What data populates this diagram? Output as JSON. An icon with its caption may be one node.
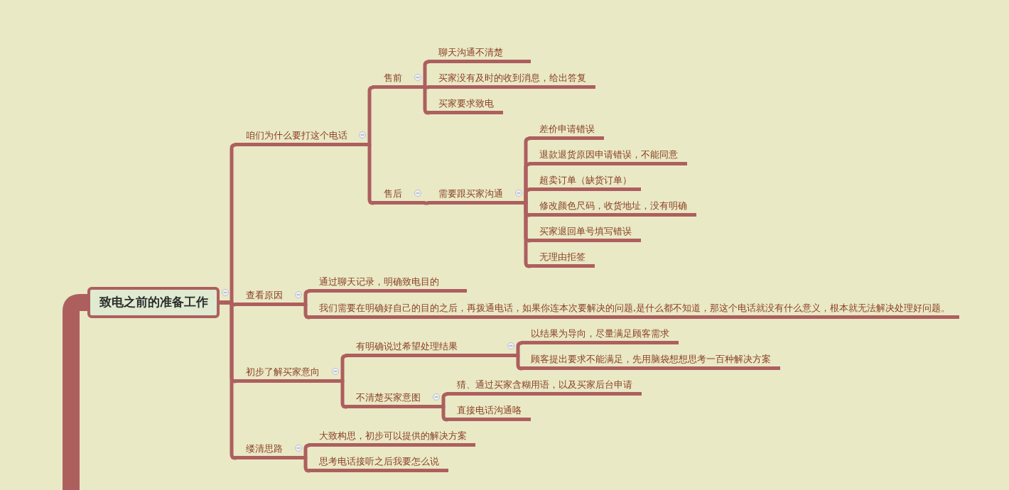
{
  "diagram": {
    "nodes": [
      {
        "text": [
          "致电之前的准备工作"
        ]
      },
      {
        "text": [
          "咱们为什么要打这个电话"
        ]
      },
      {
        "text": [
          "售前"
        ]
      },
      {
        "text": [
          "聊天沟通不清楚"
        ]
      },
      {
        "text": [
          "买家没有及时的收到消息，给出答复"
        ]
      },
      {
        "text": [
          "买家要求致电"
        ]
      },
      {
        "text": [
          "售后"
        ]
      },
      {
        "text": [
          "需要跟买家沟通"
        ]
      },
      {
        "text": [
          "差价申请错误"
        ]
      },
      {
        "text": [
          "退款退货原因申请错误，不能同意"
        ]
      },
      {
        "text": [
          "超卖订单（缺货订单）"
        ]
      },
      {
        "text": [
          "修改颜色尺码，收货地址，没有明确"
        ]
      },
      {
        "text": [
          "买家退回单号填写错误"
        ]
      },
      {
        "text": [
          "无理由拒签"
        ]
      },
      {
        "text": [
          "查看原因"
        ]
      },
      {
        "text": [
          "通过聊天记录，明确致电目的"
        ]
      },
      {
        "text": [
          "我们需要在明确好自己的目的之后，再拨通电话，如果你连本次要解决的问题,是什么都不知道，那这个电话就没有什么意义，根本就无法解决处理好问题。"
        ]
      },
      {
        "text": [
          "初步了解买家意向"
        ]
      },
      {
        "text": [
          "有明确说过希望处理结果"
        ]
      },
      {
        "text": [
          "以结果为导向，尽量满足顾客需求"
        ]
      },
      {
        "text": [
          "顾客提出要求不能满足，先用脑袋想想思考一百种解决方案"
        ]
      },
      {
        "text": [
          "不清楚买家意图"
        ]
      },
      {
        "text": [
          "猜、通过买家含糊用语，以及买家后台申请"
        ]
      },
      {
        "text": [
          "直接电话沟通咯"
        ]
      },
      {
        "text": [
          "缕清思路"
        ]
      },
      {
        "text": [
          "大致构思，初步可以提供的解决方案"
        ]
      },
      {
        "text": [
          "思考电话接听之后我要怎么说"
        ]
      }
    ],
    "edges": [
      {
        "from": null,
        "to": 0,
        "arrow": "none",
        "style": "thick"
      },
      {
        "from": 0,
        "to": 1,
        "arrow": "none"
      },
      {
        "from": 1,
        "to": 2,
        "arrow": "none"
      },
      {
        "from": 2,
        "to": 3,
        "arrow": "none"
      },
      {
        "from": 2,
        "to": 4,
        "arrow": "none"
      },
      {
        "from": 2,
        "to": 5,
        "arrow": "none"
      },
      {
        "from": 1,
        "to": 6,
        "arrow": "none"
      },
      {
        "from": 6,
        "to": 7,
        "arrow": "none"
      },
      {
        "from": 7,
        "to": 8,
        "arrow": "none"
      },
      {
        "from": 7,
        "to": 9,
        "arrow": "none"
      },
      {
        "from": 7,
        "to": 10,
        "arrow": "none"
      },
      {
        "from": 7,
        "to": 11,
        "arrow": "none"
      },
      {
        "from": 7,
        "to": 12,
        "arrow": "none"
      },
      {
        "from": 7,
        "to": 13,
        "arrow": "none"
      },
      {
        "from": 0,
        "to": 14,
        "arrow": "none"
      },
      {
        "from": 14,
        "to": 15,
        "arrow": "none"
      },
      {
        "from": 14,
        "to": 16,
        "arrow": "none"
      },
      {
        "from": 0,
        "to": 17,
        "arrow": "none"
      },
      {
        "from": 17,
        "to": 18,
        "arrow": "none"
      },
      {
        "from": 18,
        "to": 19,
        "arrow": "none"
      },
      {
        "from": 18,
        "to": 20,
        "arrow": "none"
      },
      {
        "from": 17,
        "to": 21,
        "arrow": "none"
      },
      {
        "from": 21,
        "to": 22,
        "arrow": "none"
      },
      {
        "from": 21,
        "to": 23,
        "arrow": "none"
      },
      {
        "from": 0,
        "to": 24,
        "arrow": "none"
      },
      {
        "from": 24,
        "to": 25,
        "arrow": "none"
      },
      {
        "from": 24,
        "to": 26,
        "arrow": "none"
      }
    ]
  }
}
